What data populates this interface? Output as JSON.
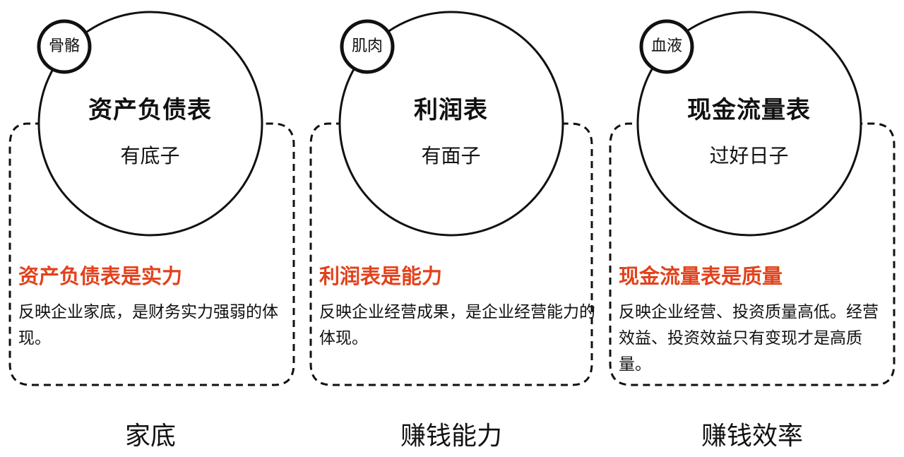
{
  "colors": {
    "accent": "#E2421C",
    "stroke": "#111111",
    "background": "#FFFFFF"
  },
  "cards": [
    {
      "badge": "骨骼",
      "title": "资产负债表",
      "subtitle": "有底子",
      "highlight": "资产负债表是实力",
      "description": "反映企业家底，是财务实力强弱的体现。",
      "footer": "家底"
    },
    {
      "badge": "肌肉",
      "title": "利润表",
      "subtitle": "有面子",
      "highlight": "利润表是能力",
      "description": "反映企业经营成果，是企业经营能力的体现。",
      "footer": "赚钱能力"
    },
    {
      "badge": "血液",
      "title": "现金流量表",
      "subtitle": "过好日子",
      "highlight": "现金流量表是质量",
      "description": "反映企业经营、投资质量高低。经营效益、投资效益只有变现才是高质量。",
      "footer": "赚钱效率"
    }
  ]
}
